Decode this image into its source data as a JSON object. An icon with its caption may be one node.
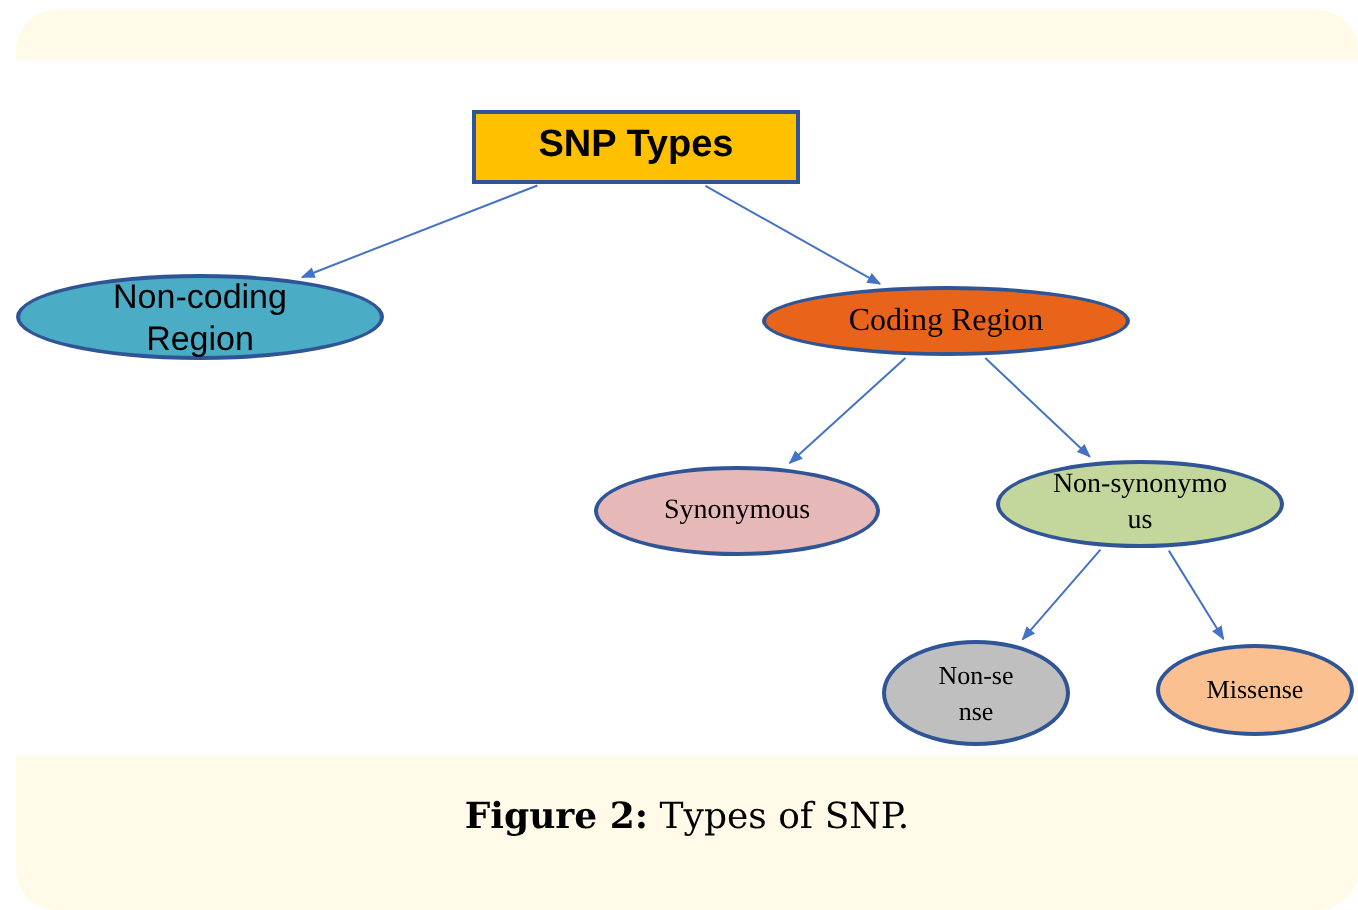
{
  "diagram": {
    "caption": "**Figure 2:** Types of SNP.",
    "nodes": [
      {
        "text": [
          "SNP Types"
        ]
      },
      {
        "text": [
          "Non-coding Region"
        ]
      },
      {
        "text": [
          "Coding Region"
        ]
      },
      {
        "text": [
          "Synonymous"
        ]
      },
      {
        "text": [
          "Non-synonymous"
        ]
      },
      {
        "text": [
          "Non-sense"
        ]
      },
      {
        "text": [
          "Missense"
        ]
      }
    ],
    "edges": [
      {
        "from": 0,
        "to": 1,
        "arrow": "to"
      },
      {
        "from": 0,
        "to": 2,
        "arrow": "to"
      },
      {
        "from": 2,
        "to": 3,
        "arrow": "to"
      },
      {
        "from": 2,
        "to": 4,
        "arrow": "to"
      },
      {
        "from": 4,
        "to": 5,
        "arrow": "to"
      },
      {
        "from": 4,
        "to": 6,
        "arrow": "to"
      }
    ]
  }
}
